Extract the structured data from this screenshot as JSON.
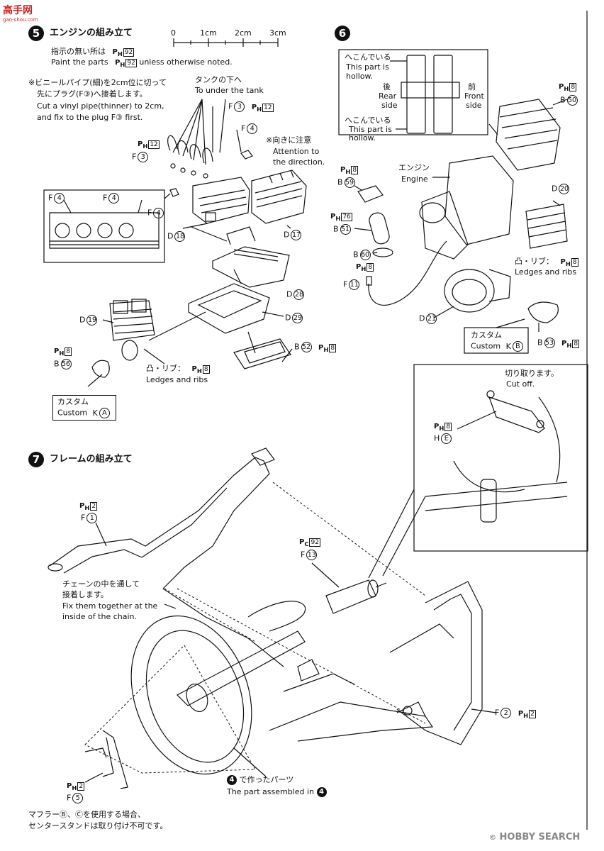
{
  "logo": {
    "text": "高手网",
    "sub": "gao-shou.com"
  },
  "ruler": {
    "labels": [
      "0",
      "1cm",
      "2cm",
      "3cm"
    ]
  },
  "step5": {
    "number": "5",
    "title": "エンジンの組み立て",
    "note1_jp": "指示の無い所は",
    "note1_ph": "92",
    "note1_en": "Paint the parts",
    "note1_en2": "unless otherwise noted.",
    "vinyl_jp1": "※ビニールパイプ(細)を2cm位に切って",
    "vinyl_jp2": "先にプラグ(F③)へ接着します。",
    "vinyl_en1": "Cut a vinyl pipe(thinner) to 2cm,",
    "vinyl_en2": "and fix to the plug F③ first.",
    "tank_jp": "タンクの下へ",
    "tank_en": "To under the tank",
    "direction_jp": "※向きに注意",
    "direction_en1": "Attention to",
    "direction_en2": "the direction.",
    "ledges_jp": "凸・リブ：",
    "ledges_en": "Ledges and ribs",
    "custom_jp": "カスタム",
    "custom_en": "Custom",
    "custom_part": "K",
    "custom_circ": "A"
  },
  "step6": {
    "number": "6",
    "hollow1_jp": "へこんでいる",
    "hollow1_en1": "This part is",
    "hollow1_en2": "hollow.",
    "rear_jp": "後",
    "rear_en1": "Rear",
    "rear_en2": "side",
    "front_jp": "前",
    "front_en1": "Front",
    "front_en2": "side",
    "hollow2_jp": "へこんでいる",
    "hollow2_en1": "This part is",
    "hollow2_en2": "hollow.",
    "engine_jp": "エンジン",
    "engine_en": "Engine",
    "ledges_jp": "凸・リブ：",
    "ledges_en": "Ledges and ribs",
    "custom_jp": "カスタム",
    "custom_en": "Custom",
    "custom_part": "K",
    "custom_circ": "B"
  },
  "cutoff": {
    "jp": "切り取ります。",
    "en": "Cut off."
  },
  "step7": {
    "number": "7",
    "title": "フレームの組み立て",
    "chain_jp1": "チェーンの中を通して",
    "chain_jp2": "接着します。",
    "chain_en1": "Fix them together at the",
    "chain_en2": "inside of the chain.",
    "assembled_jp": "で作ったパーツ",
    "assembled_en": "The part assembled in",
    "assembled_ref": "4",
    "muffler_jp1": "マフラーⒷ、Ⓒを使用する場合、",
    "muffler_jp2": "センタースタンドは取り付け不可です。"
  },
  "parts": {
    "F3_top": {
      "letter": "F",
      "num": "3",
      "ph": "12"
    },
    "F4_a": {
      "letter": "F",
      "num": "4"
    },
    "PH12_F3": {
      "ph": "12",
      "letter": "F",
      "num": "3"
    },
    "F4_box1": {
      "letter": "F",
      "num": "4"
    },
    "F4_box2": {
      "letter": "F",
      "num": "4"
    },
    "F4_b": {
      "letter": "F",
      "num": "4"
    },
    "D18": {
      "letter": "D",
      "num": "18"
    },
    "D17": {
      "letter": "D",
      "num": "17"
    },
    "D28": {
      "letter": "D",
      "num": "28"
    },
    "D29": {
      "letter": "D",
      "num": "29"
    },
    "D19": {
      "letter": "D",
      "num": "19"
    },
    "B56": {
      "letter": "B",
      "num": "56",
      "ph": "8"
    },
    "B52": {
      "letter": "B",
      "num": "52",
      "ph": "8"
    },
    "B50": {
      "letter": "B",
      "num": "50",
      "ph": "8"
    },
    "B59": {
      "letter": "B",
      "num": "59",
      "ph": "8"
    },
    "D20": {
      "letter": "D",
      "num": "20"
    },
    "B51": {
      "letter": "B",
      "num": "51",
      "ph": "76"
    },
    "B60": {
      "letter": "B",
      "num": "60",
      "ph": "8"
    },
    "F11": {
      "letter": "F",
      "num": "11"
    },
    "D21": {
      "letter": "D",
      "num": "21"
    },
    "B53": {
      "letter": "B",
      "num": "53",
      "ph": "8"
    },
    "H_E": {
      "letter": "H",
      "num": "E",
      "ph": "8"
    },
    "F1": {
      "letter": "F",
      "num": "1",
      "ph": "2"
    },
    "F13": {
      "letter": "F",
      "num": "13",
      "pc": "92"
    },
    "F2": {
      "letter": "F",
      "num": "2",
      "ph": "2"
    },
    "F5": {
      "letter": "F",
      "num": "5",
      "ph": "2"
    },
    "ledges5_ph": "8",
    "ledges6_ph": "8"
  },
  "footer": {
    "brand": "HOBBY SEARCH",
    "copyright": "©"
  }
}
